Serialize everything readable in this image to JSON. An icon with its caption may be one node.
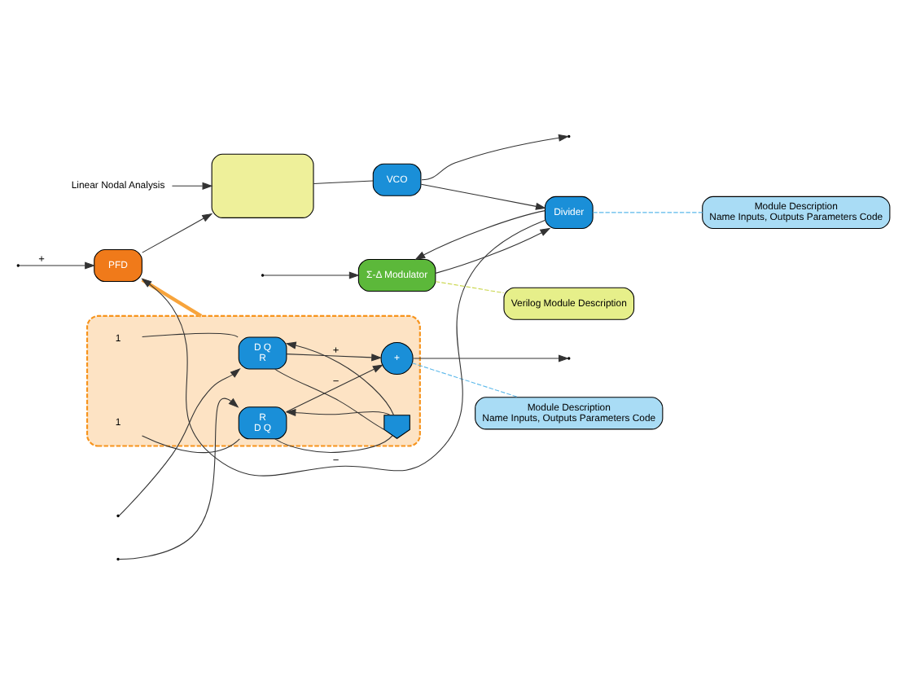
{
  "diagram": {
    "nodes": [
      {
        "text": [],
        "shape": "box"
      },
      {
        "text": [
          "D Q",
          "R"
        ],
        "in": 0
      },
      {
        "text": [
          "R",
          "D Q"
        ],
        "in": 0
      },
      {
        "text": [],
        "shape": "gate",
        "in": 0
      },
      {
        "text": [
          "+"
        ],
        "in": 0
      },
      {
        "text": [
          "PFD"
        ]
      },
      {
        "text": [],
        "shape": "box"
      },
      {
        "text": [
          "VCO"
        ]
      },
      {
        "text": [
          "Divider"
        ]
      },
      {
        "text": [
          "Σ-Δ Modulator"
        ]
      },
      {
        "text": [
          "Module Description",
          "Name Inputs, Outputs Parameters Code"
        ]
      },
      {
        "text": [
          "Module Description",
          "Name Inputs, Outputs Parameters Code"
        ]
      },
      {
        "text": [
          "Verilog Module Description"
        ]
      },
      {
        "text": [
          "Linear Nodal Analysis"
        ]
      },
      {
        "text": [
          "1"
        ],
        "in": 0
      },
      {
        "text": [
          "1"
        ],
        "in": 0
      }
    ],
    "edges": [
      {
        "from": 14,
        "to": 1,
        "arrow": "none"
      },
      {
        "from": 15,
        "to": 2,
        "arrow": "none"
      },
      {
        "from": null,
        "to": 1,
        "arrow": "to"
      },
      {
        "from": null,
        "to": 2,
        "arrow": "to"
      },
      {
        "from": 1,
        "to": 4,
        "arrow": "to",
        "label": "+"
      },
      {
        "from": 2,
        "to": 4,
        "arrow": "to",
        "label": "−"
      },
      {
        "from": 1,
        "to": 3,
        "arrow": "none"
      },
      {
        "from": 2,
        "to": 3,
        "arrow": "none"
      },
      {
        "from": 3,
        "to": 1,
        "arrow": "to"
      },
      {
        "from": 3,
        "to": 2,
        "arrow": "to"
      },
      {
        "from": 4,
        "to": null,
        "arrow": "to"
      },
      {
        "from": 4,
        "to": 10,
        "arrow": "none",
        "style": "dashed",
        "color": "#5bb8ea"
      },
      {
        "from": 5,
        "to": 0,
        "arrow": "none",
        "style": "thick",
        "color": "#f7a43c"
      },
      {
        "from": null,
        "to": 5,
        "arrow": "to",
        "label": "+"
      },
      {
        "from": 5,
        "to": 6,
        "arrow": "to"
      },
      {
        "from": 13,
        "to": 6,
        "arrow": "to"
      },
      {
        "from": 6,
        "to": 7,
        "arrow": "none"
      },
      {
        "from": 7,
        "to": null,
        "arrow": "to"
      },
      {
        "from": 7,
        "to": 8,
        "arrow": "to"
      },
      {
        "from": 8,
        "to": 5,
        "arrow": "to",
        "label": "−"
      },
      {
        "from": 8,
        "to": 9,
        "arrow": "to"
      },
      {
        "from": null,
        "to": 9,
        "arrow": "to"
      },
      {
        "from": 9,
        "to": 8,
        "arrow": "to"
      },
      {
        "from": 8,
        "to": 11,
        "arrow": "none",
        "style": "dashed",
        "color": "#5bb8ea"
      },
      {
        "from": 9,
        "to": 12,
        "arrow": "none",
        "style": "dashed",
        "color": "#c9d64a"
      }
    ]
  }
}
